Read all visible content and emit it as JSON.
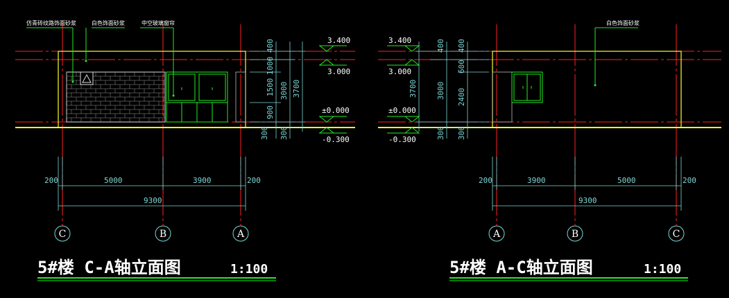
{
  "colors": {
    "background": "#000000",
    "axis_line": "#ff2020",
    "wall_outline": "#ffff33",
    "dimension": "#7fd6d6",
    "level_marker": "#22ee22",
    "title_underline": "#22ee22",
    "window_frame": "#22ee22",
    "text": "#ffffff"
  },
  "left": {
    "title": "5#楼 C-A轴立面图",
    "scale": "1:100",
    "notes": [
      "仿青砖纹路饰面砂浆",
      "白色饰面砂浆",
      "中空玻璃窗帘"
    ],
    "level_labels": [
      "3.400",
      "3.000",
      "±0.000",
      "-0.300"
    ],
    "vertical_dims_inner": [
      "400",
      "1000",
      "1500",
      "900",
      "300"
    ],
    "vertical_dims_mid": [
      "3000",
      "300"
    ],
    "vertical_dims_outer": [
      "3700"
    ],
    "horizontal_dims": [
      "200",
      "5000",
      "3900",
      "200"
    ],
    "total_dim": "9300",
    "axis_labels": [
      "C",
      "B",
      "A"
    ]
  },
  "right": {
    "title": "5#楼 A-C轴立面图",
    "scale": "1:100",
    "notes": [
      "白色饰面砂浆"
    ],
    "level_labels": [
      "3.400",
      "3.000",
      "±0.000",
      "-0.300"
    ],
    "vertical_dims_outer": [
      "3700"
    ],
    "vertical_dims_mid": [
      "400",
      "3000",
      "300"
    ],
    "vertical_dims_inner": [
      "400",
      "600",
      "2400",
      "300"
    ],
    "horizontal_dims": [
      "200",
      "3900",
      "5000",
      "200"
    ],
    "total_dim": "9300",
    "axis_labels": [
      "A",
      "B",
      "C"
    ]
  }
}
